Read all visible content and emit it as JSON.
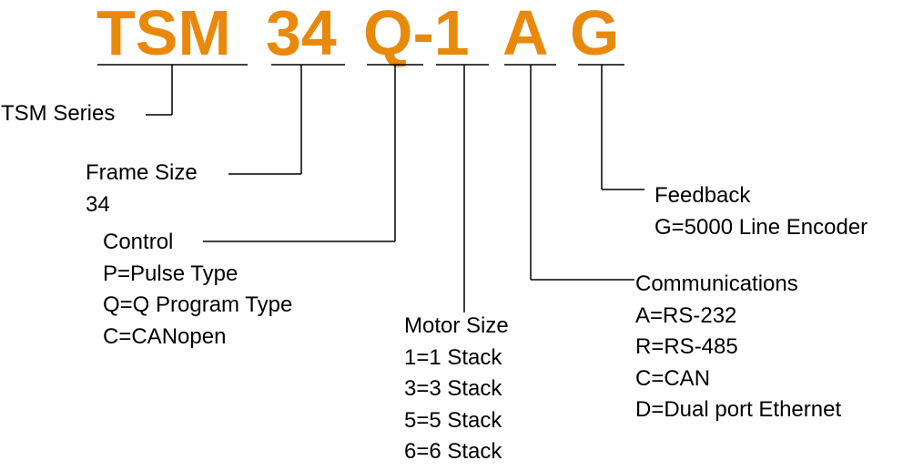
{
  "accent_color": "#E8890C",
  "part_number": {
    "series": "TSM",
    "frame": "34",
    "control": "Q-1",
    "communications": "A",
    "feedback": "G"
  },
  "legends": {
    "series": {
      "title": "TSM Series"
    },
    "frame_size": {
      "title": "Frame Size",
      "lines": [
        "34"
      ]
    },
    "control": {
      "title": "Control",
      "lines": [
        "P=Pulse Type",
        "Q=Q Program Type",
        "C=CANopen"
      ]
    },
    "motor_size": {
      "title": "Motor Size",
      "lines": [
        "1=1 Stack",
        "3=3 Stack",
        "5=5 Stack",
        "6=6 Stack"
      ]
    },
    "communications": {
      "title": "Communications",
      "lines": [
        "A=RS-232",
        "R=RS-485",
        "C=CAN",
        "D=Dual port Ethernet"
      ]
    },
    "feedback": {
      "title": "Feedback",
      "lines": [
        "G=5000 Line Encoder"
      ]
    }
  }
}
